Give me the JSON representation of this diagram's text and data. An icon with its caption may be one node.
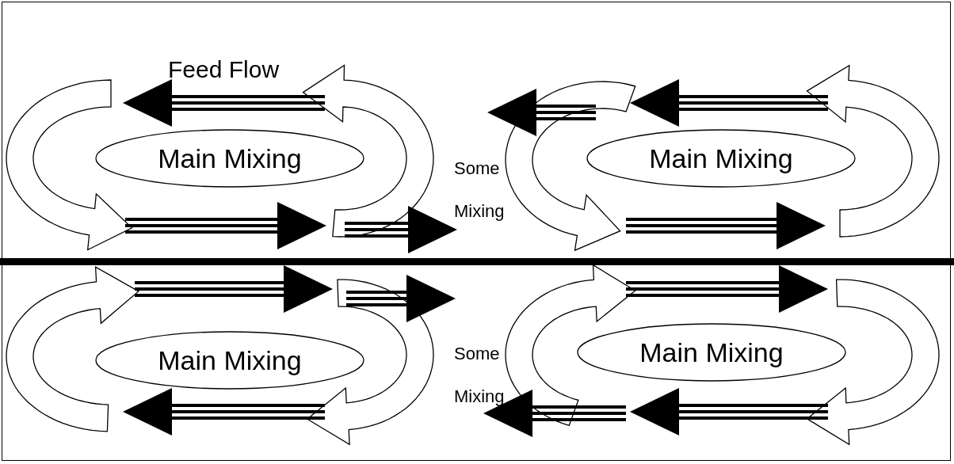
{
  "diagram": {
    "nodes": [
      {
        "text": [
          "Main Mixing"
        ]
      },
      {
        "text": [
          "Main Mixing"
        ]
      },
      {
        "text": [
          "Main Mixing"
        ]
      },
      {
        "text": [
          "Main Mixing"
        ]
      }
    ],
    "labels": [
      "Feed Flow",
      "Some Mixing",
      "Some Mixing"
    ]
  }
}
